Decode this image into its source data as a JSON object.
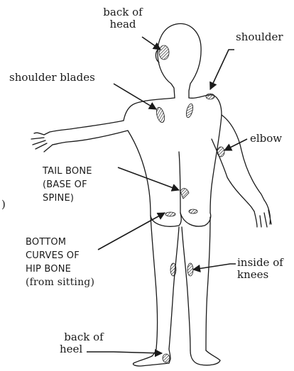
{
  "labels": {
    "back_of_head": [
      "back of",
      "head"
    ],
    "shoulder": "shoulder",
    "shoulder_blades": "shoulder blades",
    "elbow": "elbow",
    "tail_bone": [
      "TAIL BONE",
      "(BASE OF",
      "SPINE)"
    ],
    "hip_bone": [
      "BOTTOM",
      "CURVES OF",
      "HIP BONE",
      "(from sitting)"
    ],
    "inside_of_knees": [
      "inside of",
      "knees"
    ],
    "back_of_heel": [
      "back of",
      "heel"
    ],
    "edge_mark": ")"
  },
  "colors": {
    "line": "#1a1a1a",
    "hatch": "#333333",
    "background": "#ffffff"
  }
}
